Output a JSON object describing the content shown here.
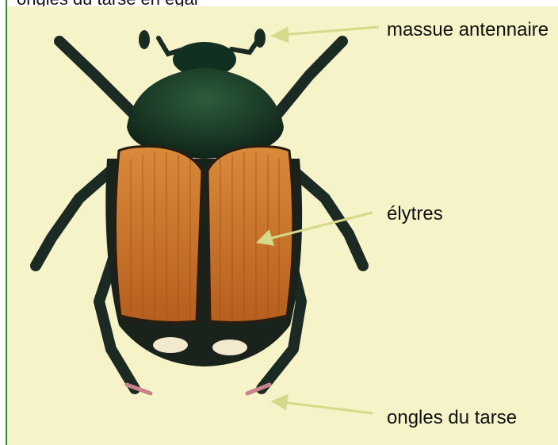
{
  "header_cut_text": "ongles du tarse en égal",
  "labels": {
    "antenna": "massue antennaire",
    "elytra": "élytres",
    "claws": "ongles du tarse"
  },
  "colors": {
    "background": "#f7f3c9",
    "border": "#2f8a2f",
    "arrow": "#d6d98a",
    "elytra": "#c8742c",
    "thorax": "#1f3a2a"
  }
}
